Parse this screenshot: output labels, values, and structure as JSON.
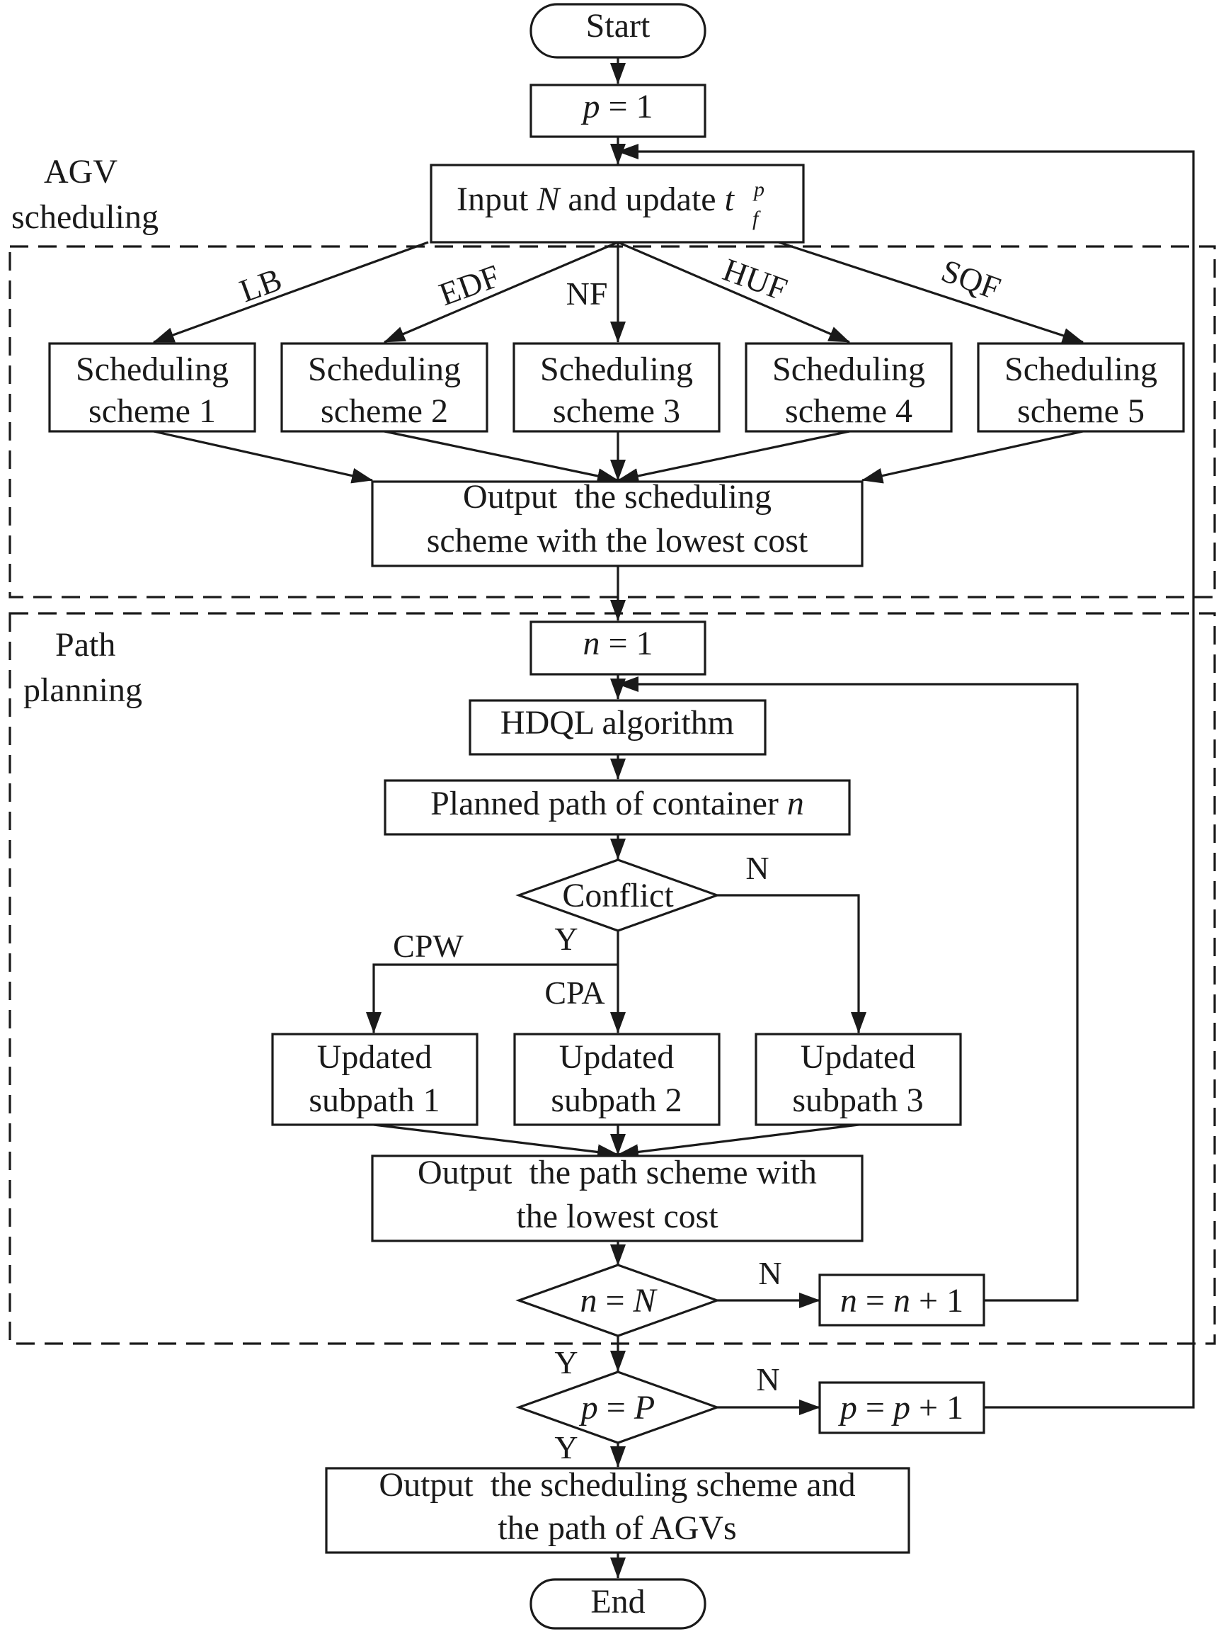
{
  "sections": {
    "agv_line1": "AGV",
    "agv_line2": "scheduling",
    "path_line1": "Path",
    "path_line2": "planning"
  },
  "nodes": {
    "start": "Start",
    "p_init_var": "p",
    "p_init_rest": " = 1",
    "input_pre": "Input ",
    "input_var": "N",
    "input_mid": " and update ",
    "input_t": "t",
    "input_sub": "f",
    "input_sup": "p",
    "scheme1_l1": "Scheduling",
    "scheme1_l2": "scheme 1",
    "scheme2_l1": "Scheduling",
    "scheme2_l2": "scheme 2",
    "scheme3_l1": "Scheduling",
    "scheme3_l2": "scheme 3",
    "scheme4_l1": "Scheduling",
    "scheme4_l2": "scheme 4",
    "scheme5_l1": "Scheduling",
    "scheme5_l2": "scheme 5",
    "out_sched_l1": "Output  the scheduling",
    "out_sched_l2": "scheme with the lowest cost",
    "n_init_var": "n",
    "n_init_rest": " = 1",
    "hdql": "HDQL algorithm",
    "planned_pre": "Planned path of container ",
    "planned_var": "n",
    "conflict": "Conflict",
    "sub1_l1": "Updated",
    "sub1_l2": "subpath 1",
    "sub2_l1": "Updated",
    "sub2_l2": "subpath 2",
    "sub3_l1": "Updated",
    "sub3_l2": "subpath 3",
    "out_path_l1": "Output  the path scheme with",
    "out_path_l2": "the lowest cost",
    "n_eq_a": "n",
    "n_eq_mid": " = ",
    "n_eq_b": "N",
    "n_inc_a": "n",
    "n_inc_mid": " = ",
    "n_inc_b": "n",
    "n_inc_rest": " + 1",
    "p_eq_a": "p",
    "p_eq_mid": " = ",
    "p_eq_b": "P",
    "p_inc_a": "p",
    "p_inc_mid": " = ",
    "p_inc_b": "p",
    "p_inc_rest": " + 1",
    "final_l1": "Output  the scheduling scheme and",
    "final_l2": "the path of AGVs",
    "end": "End"
  },
  "edge_labels": {
    "lb": "LB",
    "edf": "EDF",
    "nf": "NF",
    "huf": "HUF",
    "sqf": "SQF",
    "conflict_no": "N",
    "conflict_yes": "Y",
    "cpw": "CPW",
    "cpa": "CPA",
    "n_check_no": "N",
    "n_check_yes": "Y",
    "p_check_no": "N",
    "p_check_yes": "Y"
  }
}
